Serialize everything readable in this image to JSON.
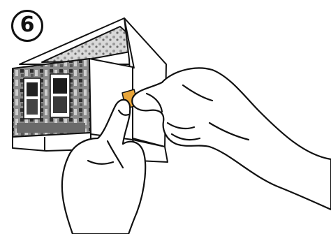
{
  "step": {
    "number": "6",
    "icon": "circled-step-number"
  },
  "illustration": {
    "subject": "hands-folding-paper-house-model",
    "tab_color": "#e7a53a",
    "line_color": "#111111"
  }
}
